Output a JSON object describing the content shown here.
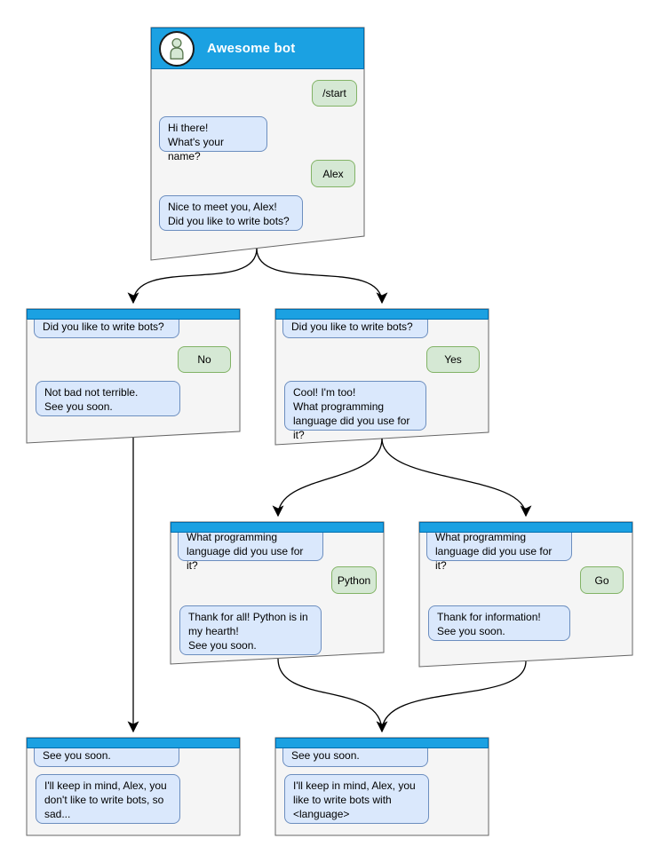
{
  "colors": {
    "header_blue": "#1BA1E2",
    "header_border": "#006EAF",
    "window_fill": "#F5F5F5",
    "window_border": "#666666",
    "bot_bubble_fill": "#DAE8FC",
    "bot_bubble_border": "#6C8EBF",
    "user_bubble_fill": "#D5E8D4",
    "user_bubble_border": "#82B366",
    "arrow_color": "#000000"
  },
  "main_window": {
    "title": "Awesome bot",
    "avatar_icon": "person-icon",
    "messages": {
      "start_cmd": "/start",
      "greeting": "Hi there!\nWhat's your name?",
      "name_reply": "Alex",
      "meet": "Nice to meet you, Alex!\nDid you like to write bots?"
    }
  },
  "branch_no": {
    "question": "Did you like to write bots?",
    "answer": "No",
    "reply": "Not bad not terrible.\nSee you soon."
  },
  "branch_yes": {
    "question": "Did you like to write bots?",
    "answer": "Yes",
    "reply": "Cool! I'm too!\nWhat programming\nlanguage did you use for it?"
  },
  "branch_python": {
    "question": "What programming\nlanguage did you use for it?",
    "answer": "Python",
    "reply": "Thank for all! Python is in\nmy hearth!\nSee you soon."
  },
  "branch_go": {
    "question": "What programming\nlanguage did you use for it?",
    "answer": "Go",
    "reply": "Thank for information!\nSee you soon."
  },
  "end_no": {
    "question": "See you soon.",
    "reply": "I'll keep in mind, Alex, you\ndon't like to write bots, so\nsad..."
  },
  "end_yes": {
    "question": "See you soon.",
    "reply": "I'll keep in mind, Alex, you\nlike to write bots with\n<language>"
  }
}
